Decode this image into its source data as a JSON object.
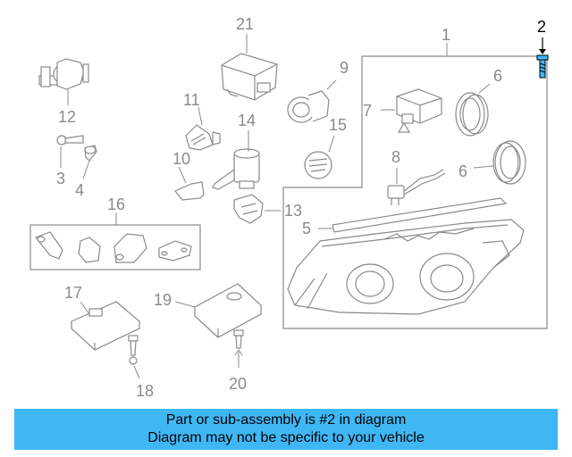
{
  "callouts": {
    "c1": "1",
    "c2": "2",
    "c3": "3",
    "c4": "4",
    "c5": "5",
    "c6a": "6",
    "c6b": "6",
    "c7": "7",
    "c8": "8",
    "c9": "9",
    "c10": "10",
    "c11": "11",
    "c12": "12",
    "c13": "13",
    "c14": "14",
    "c15": "15",
    "c16": "16",
    "c17": "17",
    "c18": "18",
    "c19": "19",
    "c20": "20",
    "c21": "21"
  },
  "highlight": {
    "color": "#3fb7f5",
    "part": "2"
  },
  "banner": {
    "line1": "Part or sub-assembly is #2 in diagram",
    "line2": "Diagram may not be specific to your vehicle"
  }
}
